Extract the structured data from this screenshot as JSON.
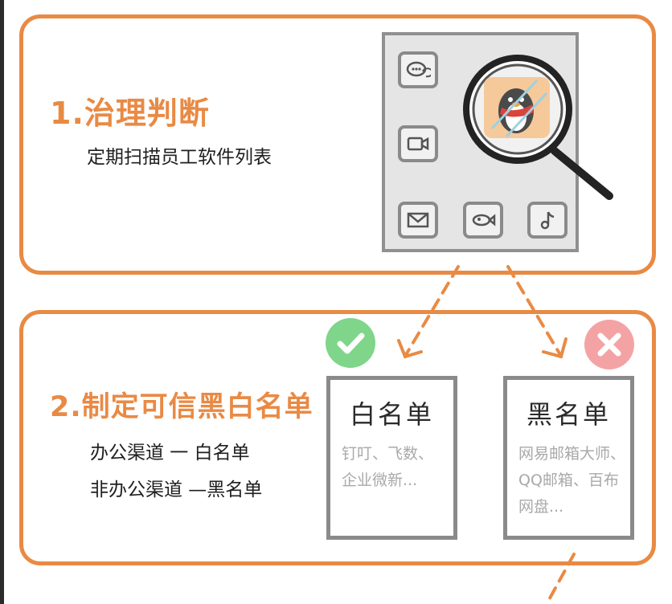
{
  "step1": {
    "title": "1.治理判断",
    "subtitle": "定期扫描员工软件列表"
  },
  "step2": {
    "title": "2.制定可信黑白名单",
    "line1": "办公渠道 一 白名单",
    "line2": "非办公渠道 —黑名单"
  },
  "whitelist": {
    "title": "白名单",
    "body": "钉叮、飞数、\n企业微新..."
  },
  "blacklist": {
    "title": "黑名单",
    "body": "网易邮箱大师、\nQQ邮箱、百布\n网盘..."
  },
  "apps": [
    "chat-icon",
    "video-icon",
    "mail-icon",
    "fish-icon",
    "music-note-icon",
    "penguin-icon"
  ],
  "colors": {
    "accent": "#e98a44",
    "check": "#7fd58a",
    "cross": "#f4a3a5",
    "border": "#8a8a8a"
  }
}
